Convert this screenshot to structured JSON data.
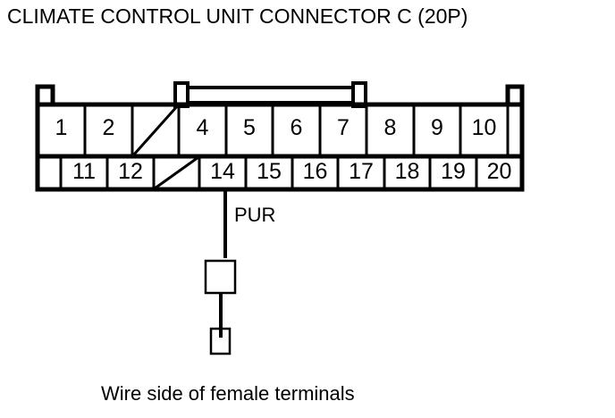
{
  "title": "CLIMATE CONTROL UNIT CONNECTOR C (20P)",
  "caption": "Wire side of female terminals",
  "colors": {
    "line": "#000000",
    "background": "#ffffff",
    "text": "#000000"
  },
  "connector": {
    "name": "CLIMATE CONTROL UNIT CONNECTOR C",
    "pin_count_label": "20P",
    "pin_count": 20,
    "top_row": [
      {
        "label": "1",
        "blank": false
      },
      {
        "label": "2",
        "blank": false
      },
      {
        "label": "",
        "blank": true
      },
      {
        "label": "4",
        "blank": false
      },
      {
        "label": "5",
        "blank": false
      },
      {
        "label": "6",
        "blank": false
      },
      {
        "label": "7",
        "blank": false
      },
      {
        "label": "8",
        "blank": false
      },
      {
        "label": "9",
        "blank": false
      },
      {
        "label": "10",
        "blank": false
      }
    ],
    "bottom_row": [
      {
        "label": "11",
        "blank": false
      },
      {
        "label": "12",
        "blank": false
      },
      {
        "label": "",
        "blank": true
      },
      {
        "label": "14",
        "blank": false
      },
      {
        "label": "15",
        "blank": false
      },
      {
        "label": "16",
        "blank": false
      },
      {
        "label": "17",
        "blank": false
      },
      {
        "label": "18",
        "blank": false
      },
      {
        "label": "19",
        "blank": false
      },
      {
        "label": "20",
        "blank": false
      }
    ]
  },
  "wire": {
    "label": "PUR",
    "from_terminal": "14",
    "color_code_meaning": "PUR"
  },
  "symbols": {
    "upper_box": "terminal-box",
    "lower_box": "terminal-box-small"
  }
}
